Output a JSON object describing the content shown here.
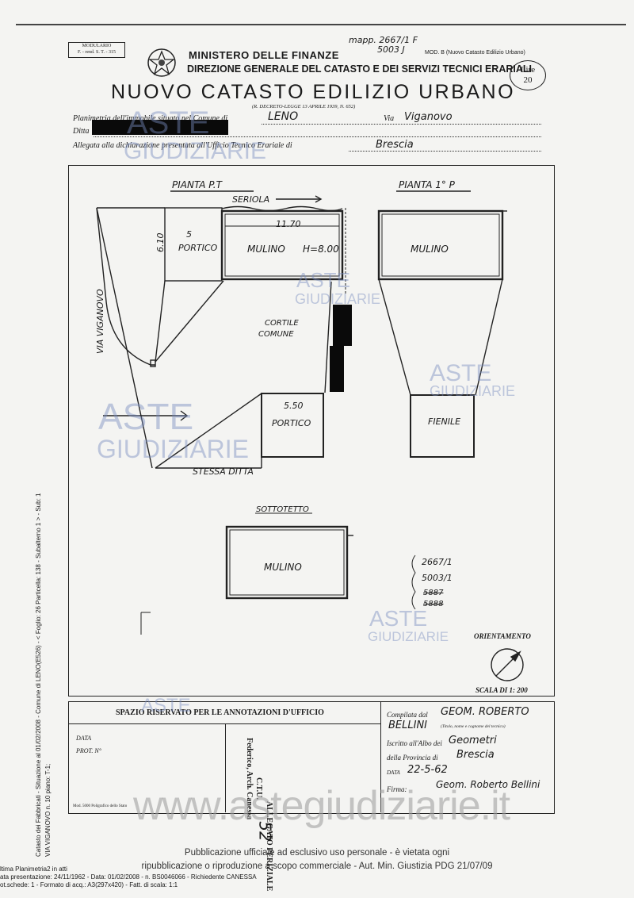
{
  "header": {
    "modulario": "MODULARIO",
    "modulario_code": "F. - rend. S. T. - 315",
    "ministry": "MINISTERO DELLE FINANZE",
    "direction": "DIREZIONE GENERALE DEL CATASTO E DEI SERVIZI TECNICI ERARIALI",
    "mod": "MOD. B (Nuovo Catasto Edilizio Urbano)",
    "mapp": "mapp. 2667/1 F",
    "mapp2": "5003 J",
    "stamp": "Lire 20",
    "title": "NUOVO CATASTO EDILIZIO URBANO",
    "decree": "(R. DECRETO-LEGGE 13 APRILE 1939, N. 652)"
  },
  "form": {
    "planimetria_label": "Planimetria dell'immobile situato nel Comune di",
    "comune": "LENO",
    "via_label": "Via",
    "via": "Viganovo",
    "ditta_label": "Ditta",
    "allegata_label": "Allegata alla dichiarazione presentata all'Ufficio Tecnico Erariale di",
    "ufficio": "Brescia"
  },
  "plan": {
    "pianta_pt": "PIANTA P.T",
    "pianta_1p": "PIANTA 1° P",
    "seriola": "SERIOLA",
    "dim_1170": "11.70",
    "dim_610": "6.10",
    "dim_5": "5",
    "portico1": "PORTICO",
    "mulino_pt": "MULINO",
    "h": "H=8.00",
    "mulino_1p": "MULINO",
    "via_viganovo": "VIA VIGANOVO",
    "cortile": "CORTILE",
    "comune": "COMUNE",
    "dim_550": "5.50",
    "portico2": "PORTICO",
    "fienile": "FIENILE",
    "stessa_ditta": "STESSA DITTA",
    "sottotetto": "SOTTOTETTO",
    "mulino_st": "MULINO",
    "refs": [
      "2667/1",
      "5003/1",
      "5887",
      "5888"
    ],
    "orientamento": "ORIENTAMENTO",
    "scala": "SCALA DI 1: 200"
  },
  "footer": {
    "spazio": "SPAZIO RISERVATO PER LE ANNOTAZIONI D'UFFICIO",
    "data": "DATA",
    "prot": "PROT. N°",
    "tiny": "Mod. 5000 Poligrafico dello Stato",
    "allegato1": "ALLEGATO PERIZIALE",
    "allegato2": "C.T.U.",
    "allegato3": "Federico, Arch. Canessa",
    "compilata_label": "Compilata dal",
    "compilata": "GEOM. ROBERTO",
    "compilata2": "BELLINI",
    "titolo_note": "(Titolo, nome e cognome del tecnico)",
    "iscritto_label": "Iscritto all'Albo dei",
    "albo": "Geometri",
    "provincia_label": "della Provincia di",
    "provincia": "Brescia",
    "data_label": "DATA",
    "data_val": "22-5-62",
    "firma_label": "Firma:",
    "firma": "Geom. Roberto Bellini",
    "page_num": "52"
  },
  "watermark": {
    "aste": "ASTE",
    "giudiziarie": "GIUDIZIARIE",
    "site": "www.astegiudiziarie.it",
    "notice1": "Pubblicazione ufficiale ad esclusivo uso personale - è vietata ogni",
    "notice2": "ripubblicazione o riproduzione a scopo commerciale - Aut. Min. Giustizia PDG 21/07/09"
  },
  "side_text": {
    "l1": "Catasto dei Fabbricati - Situazione al 01/02/2008 - Comune di LENO(E526) - < Foglio: 26 Particella: 138 - Subalterno 1 >  - Sub: 1",
    "l2": "VIA VIGANOVO n. 10 piano: T-1;",
    "b1": "ltima Planimetria2 in atti",
    "b2": "ata presentazione: 24/11/1962 - Data: 01/02/2008 - n. BS0046066 - Richiedente CANESSA",
    "b3": "ot.schede: 1 - Formato di acq.: A3(297x420) - Fatt. di scala: 1:1"
  }
}
